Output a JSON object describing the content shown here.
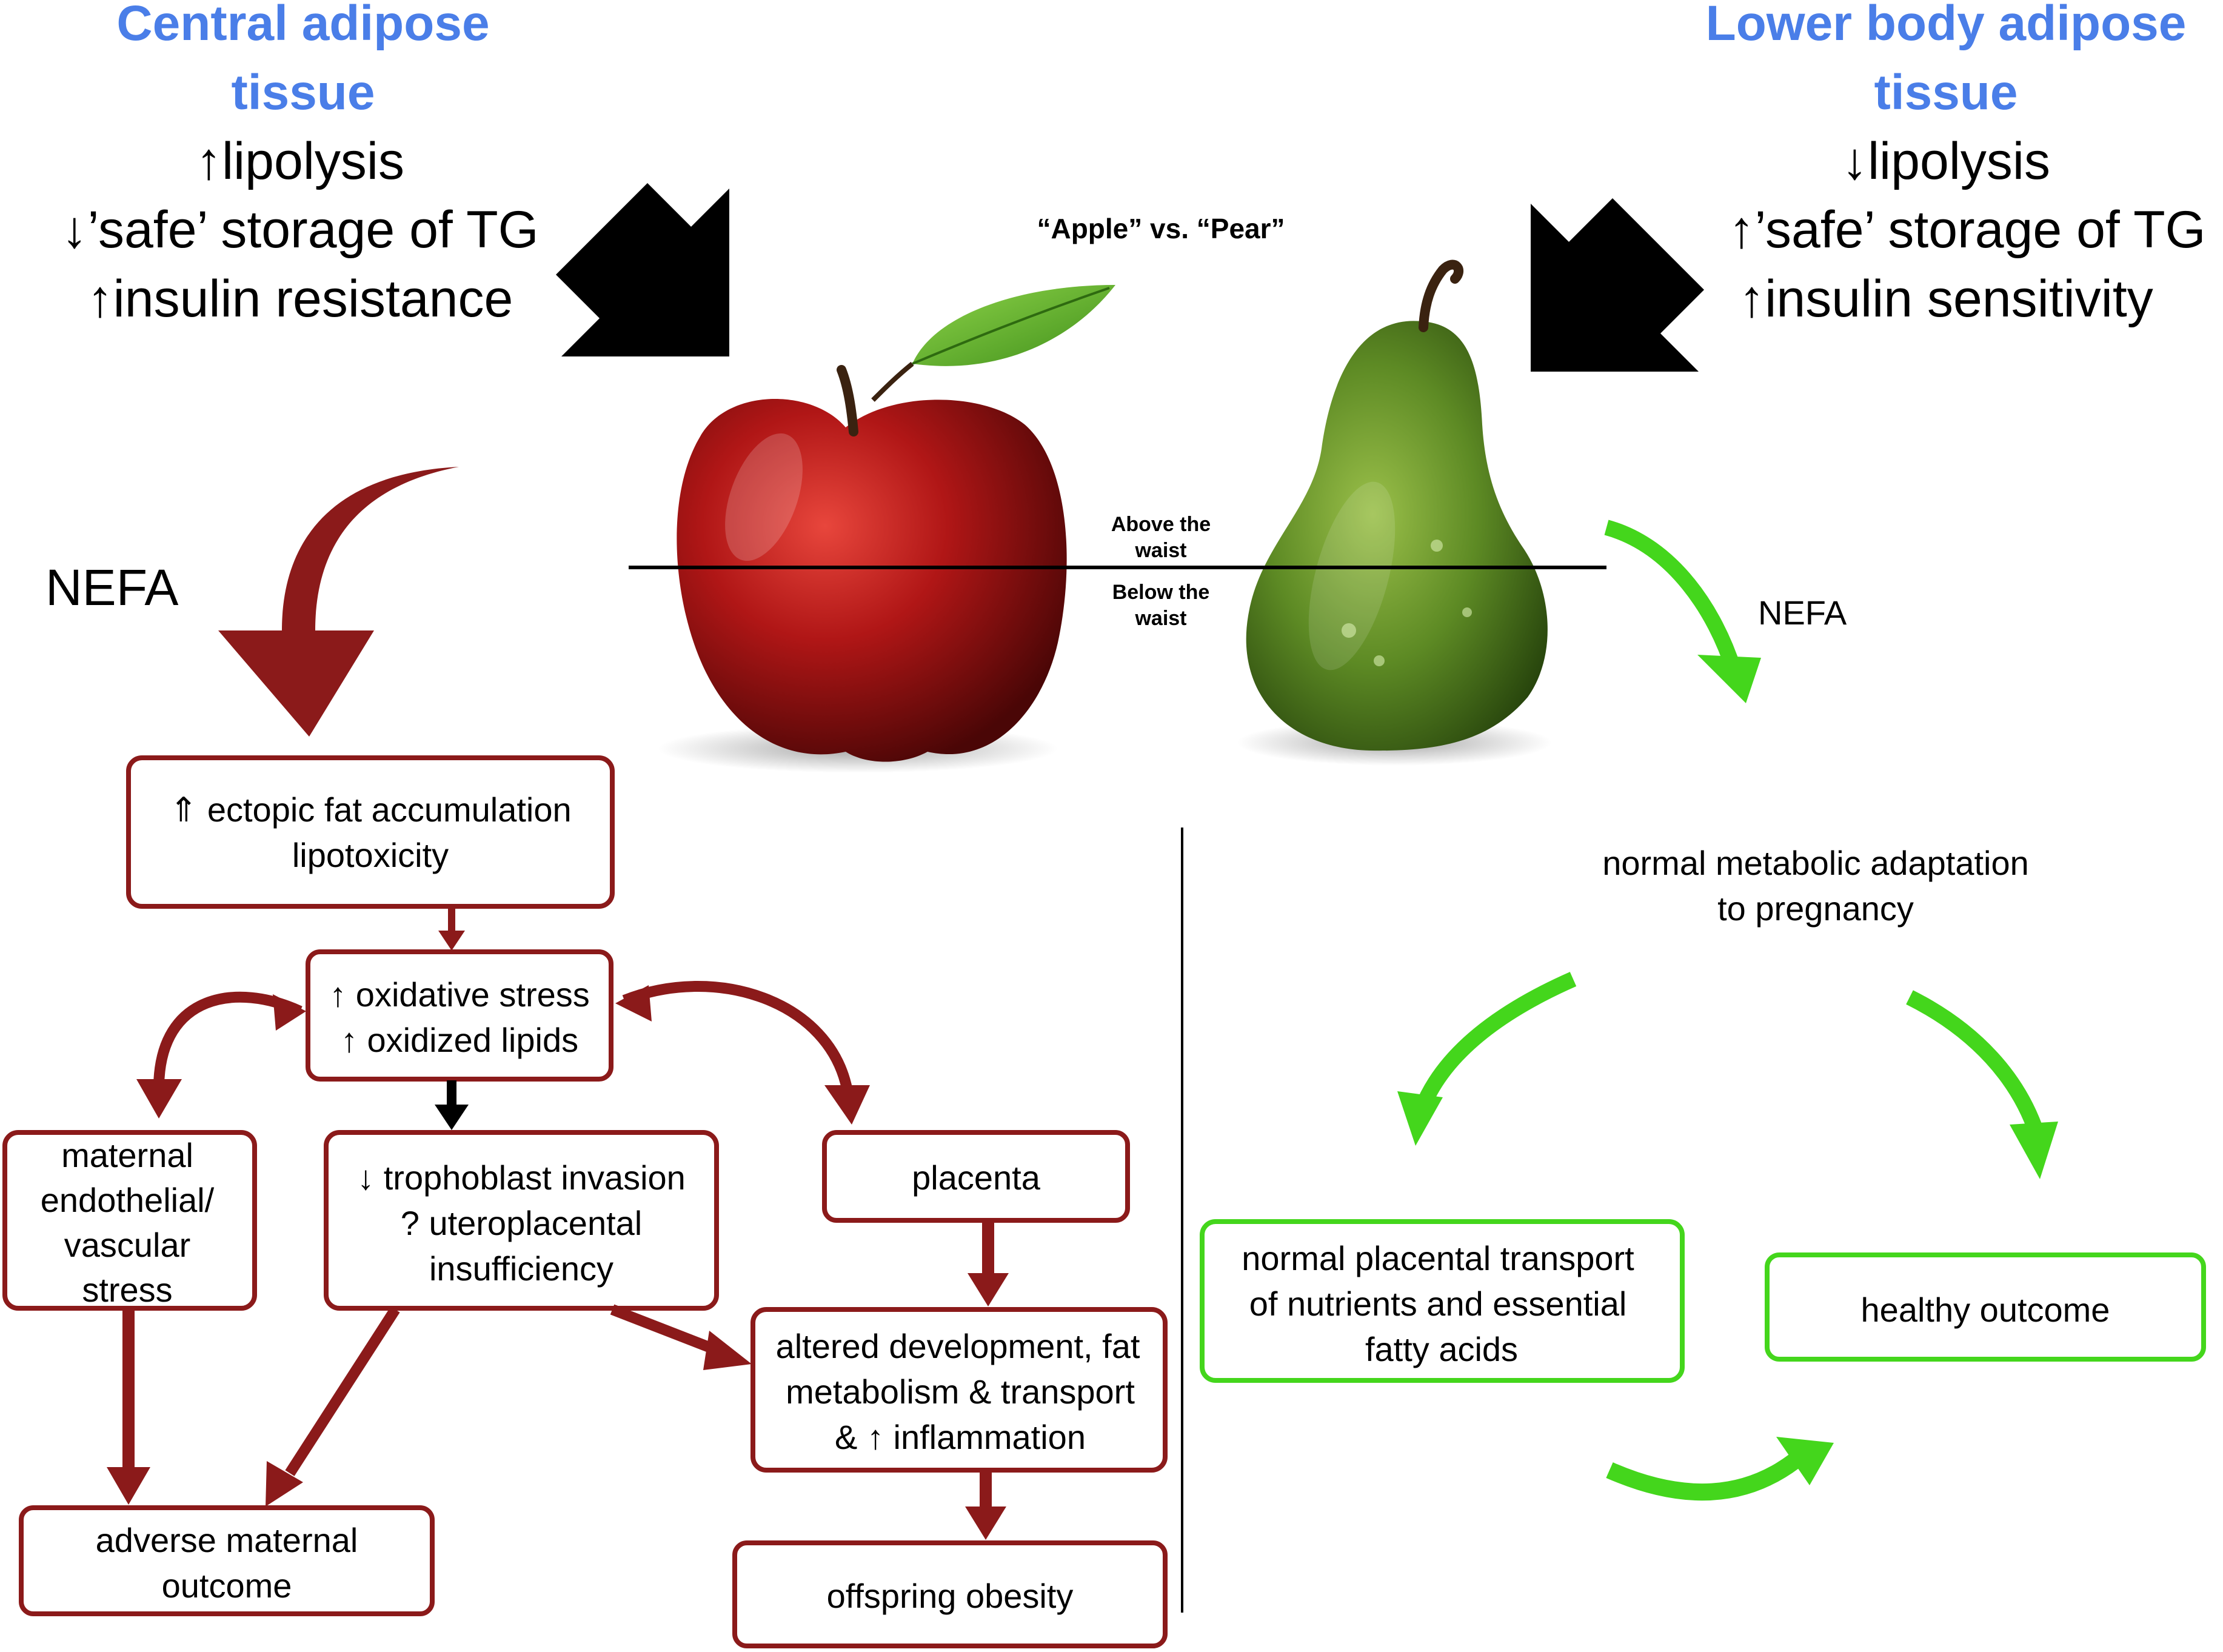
{
  "header": {
    "left": {
      "title_line1": "Central adipose",
      "title_line2": "tissue",
      "line1": "↑lipolysis",
      "line2": "↓’safe’ storage of TG",
      "line3": "↑insulin resistance"
    },
    "right": {
      "title_line1": "Lower body adipose",
      "title_line2": "tissue",
      "line1": "↓lipolysis",
      "line2": "↑’safe’ storage of TG",
      "line3": "↑insulin sensitivity"
    }
  },
  "figure": {
    "caption": "“Apple” vs. “Pear”",
    "above_line1": "Above the",
    "above_line2": "waist",
    "below_line1": "Below the",
    "below_line2": "waist"
  },
  "left_flow": {
    "nefa_label": "NEFA",
    "ectopic": [
      "⇑ ectopic fat accumulation",
      "lipotoxicity"
    ],
    "oxidative": [
      "↑ oxidative stress",
      "↑ oxidized lipids"
    ],
    "maternal_stress": [
      "maternal",
      "endothelial/",
      "vascular",
      "stress"
    ],
    "trophoblast": [
      "↓ trophoblast invasion",
      "? uteroplacental",
      "insufficiency"
    ],
    "placenta": [
      "placenta"
    ],
    "altered": [
      "altered development, fat",
      "metabolism & transport",
      "& ↑ inflammation"
    ],
    "adverse": [
      "adverse maternal",
      "outcome"
    ],
    "offspring": [
      "offspring obesity"
    ]
  },
  "right_flow": {
    "nefa_label": "NEFA",
    "normal_adaptation": [
      "normal metabolic adaptation",
      "to pregnancy"
    ],
    "placental_transport": [
      "normal placental transport",
      "of nutrients and essential",
      "fatty acids"
    ],
    "healthy": [
      "healthy outcome"
    ]
  },
  "colors": {
    "title_blue": "#4a7ee8",
    "dark_red": "#8b1a1a",
    "green": "#44d61c",
    "black": "#000000"
  }
}
